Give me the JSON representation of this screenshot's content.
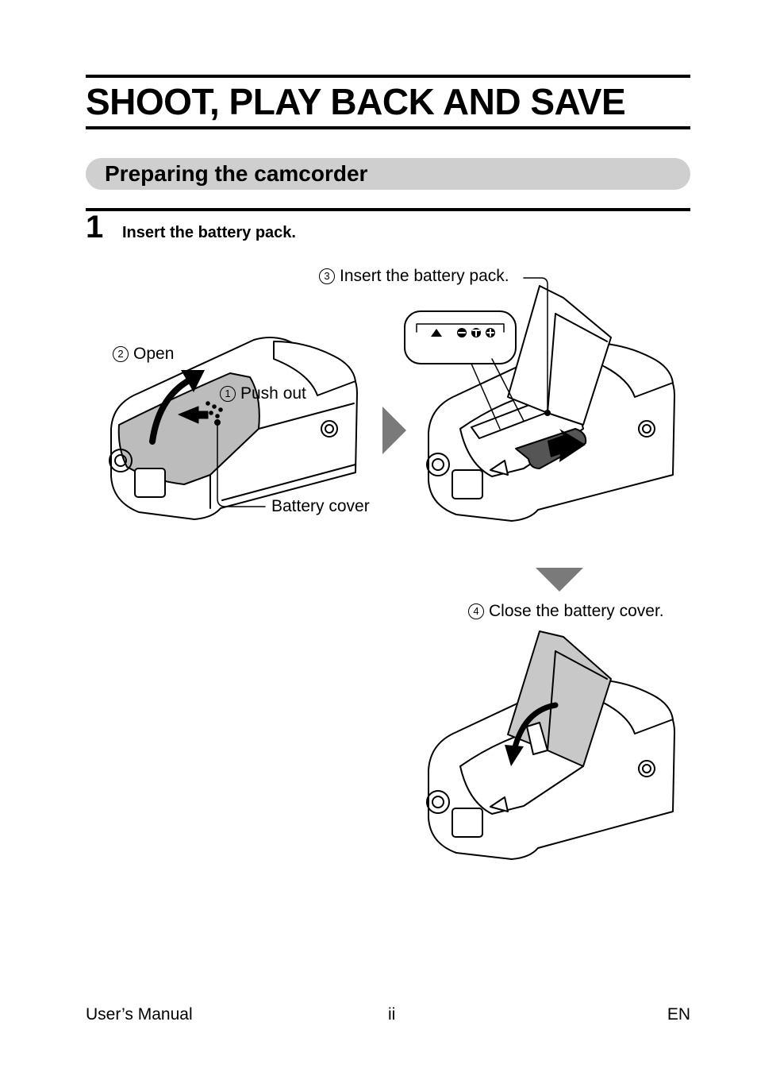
{
  "page": {
    "title": "SHOOT, PLAY BACK AND SAVE",
    "section_title": "Preparing the camcorder"
  },
  "step": {
    "number": "1",
    "text": "Insert the battery pack."
  },
  "callouts": {
    "insert": {
      "num": "3",
      "text": "Insert the battery pack."
    },
    "open": {
      "num": "2",
      "text": "Open"
    },
    "push": {
      "num": "1",
      "text": "Push out"
    },
    "cover": {
      "text": "Battery cover"
    },
    "close": {
      "num": "4",
      "text": "Close the battery cover."
    }
  },
  "footer": {
    "left": "User’s Manual",
    "center": "ii",
    "right": "EN"
  }
}
